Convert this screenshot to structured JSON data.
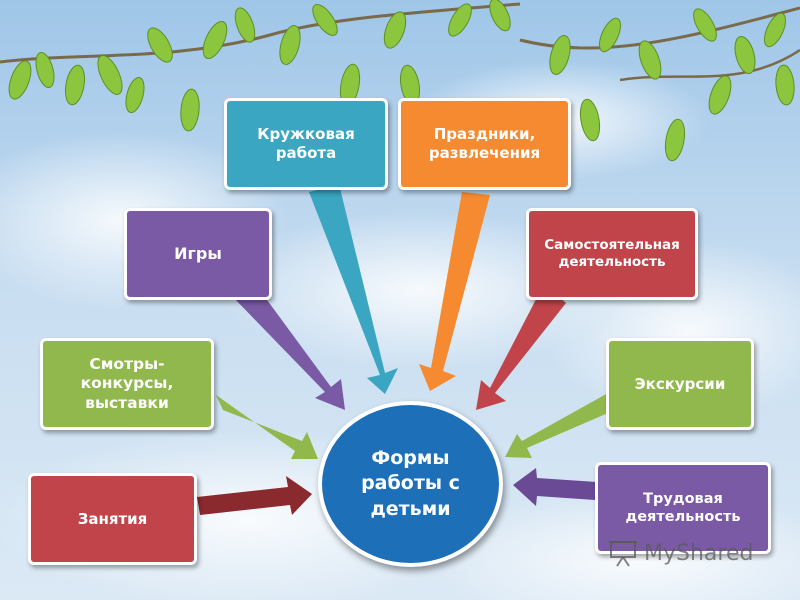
{
  "diagram": {
    "center": {
      "label": "Формы\nработы с\nдетьми",
      "color": "#1d6fb8"
    },
    "nodes": [
      {
        "id": "kruzhkovaya",
        "label": "Кружковая\nработа",
        "color": "#3aa6c1"
      },
      {
        "id": "prazdniki",
        "label": "Праздники,\nразвлечения",
        "color": "#f58a31"
      },
      {
        "id": "igry",
        "label": "Игры",
        "color": "#7a5aa5"
      },
      {
        "id": "samostoyatelnaya",
        "label": "Самостоятельная\nдеятельность",
        "color": "#c0444a"
      },
      {
        "id": "smotry",
        "label": "Смотры-\nконкурсы,\nвыставки",
        "color": "#91b84d"
      },
      {
        "id": "ekskursii",
        "label": "Экскурсии",
        "color": "#91b84d"
      },
      {
        "id": "zanyatiya",
        "label": "Занятия",
        "color": "#c0444a"
      },
      {
        "id": "trudovaya",
        "label": "Трудовая\nдеятельность",
        "color": "#7a5aa5"
      }
    ]
  },
  "watermark": {
    "label": "MyShared"
  }
}
